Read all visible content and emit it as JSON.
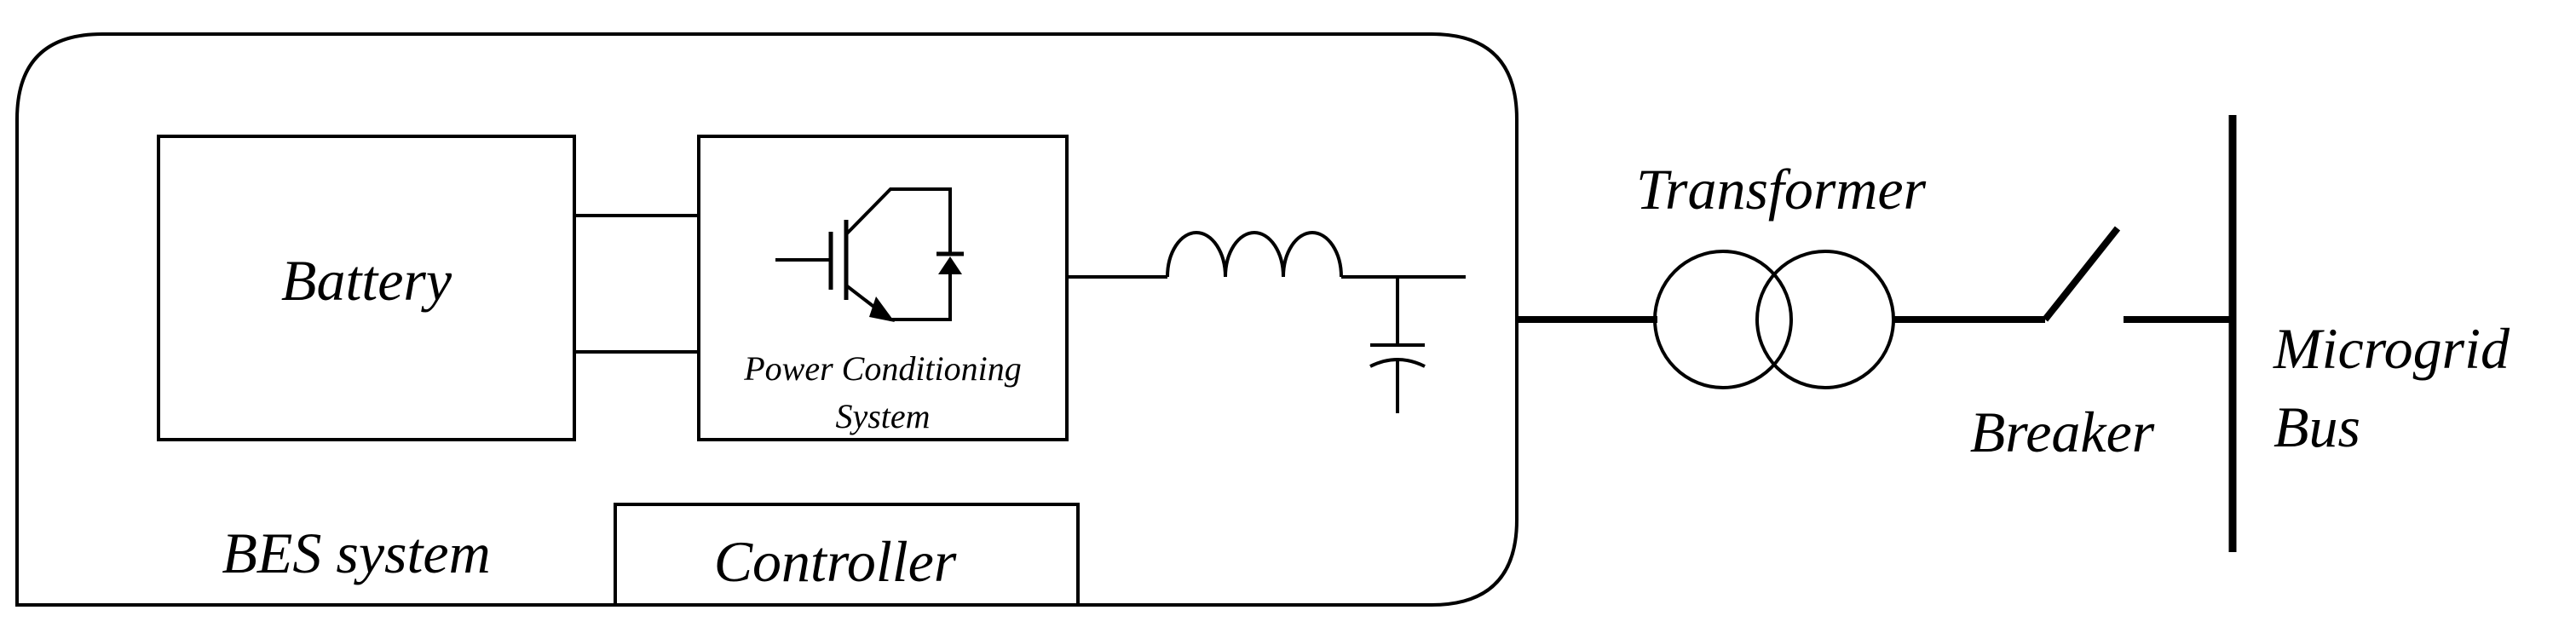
{
  "labels": {
    "battery": "Battery",
    "pcs_line1": "Power Conditioning",
    "pcs_line2": "System",
    "transformer": "Transformer",
    "breaker": "Breaker",
    "bus_line1": "Microgrid",
    "bus_line2": "Bus",
    "bes_system": "BES system",
    "controller": "Controller"
  }
}
